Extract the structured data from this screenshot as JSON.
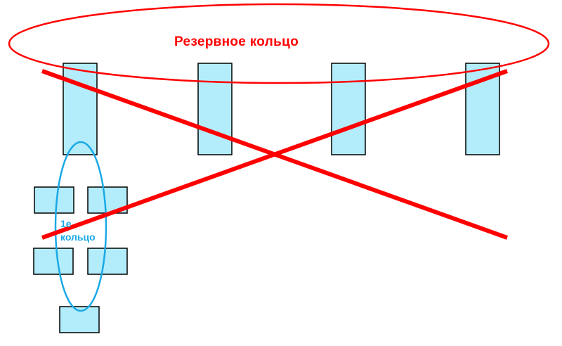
{
  "reserve_ring": {
    "label": "Резервное кольцо",
    "color": "#ff0000"
  },
  "first_ring": {
    "label_line1": "1е",
    "label_line2": "кольцо",
    "color": "#1aa9e6"
  },
  "cross_color": "#ff0000",
  "node_fill": "#b3ecfa",
  "node_stroke": "#000000"
}
